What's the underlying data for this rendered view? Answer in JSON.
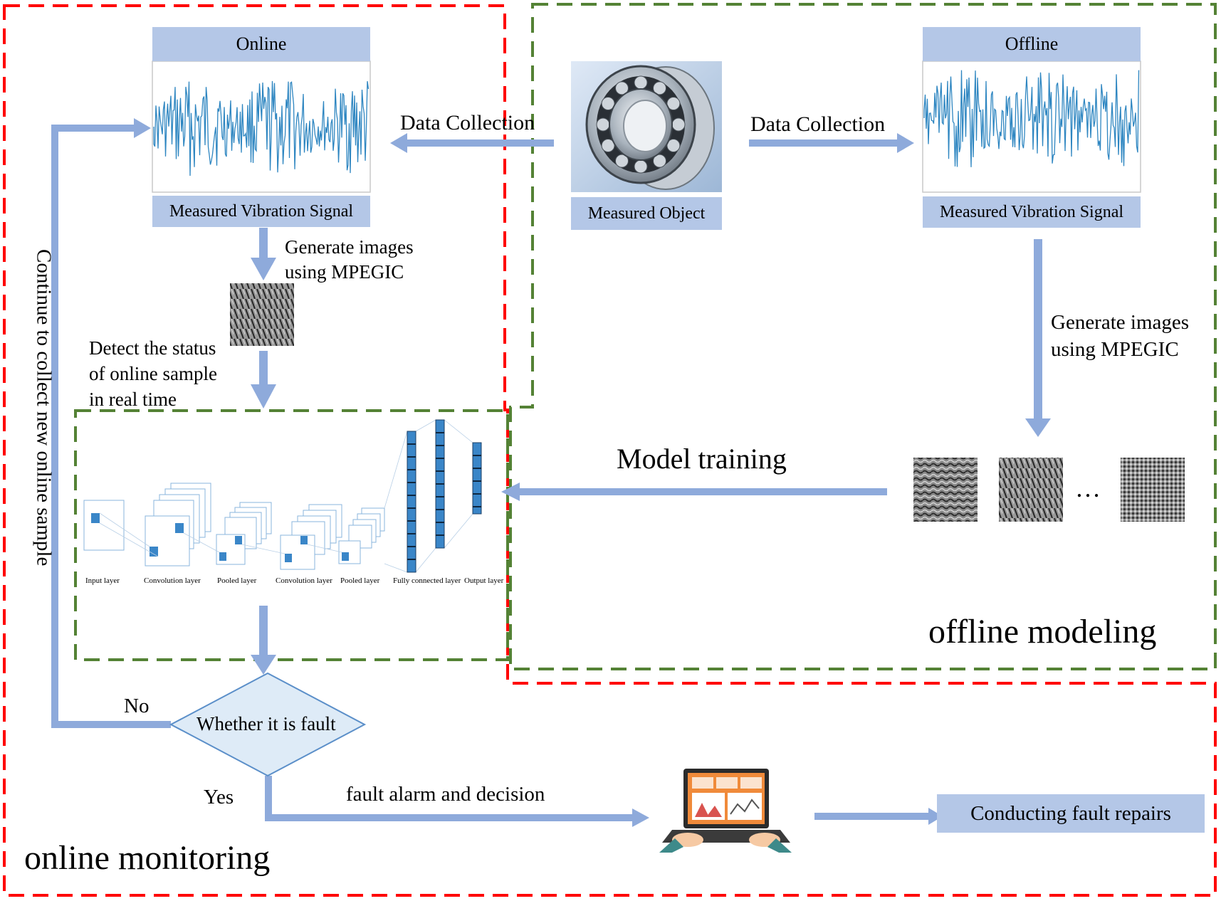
{
  "online_panel": {
    "header": "Online",
    "signal_label": "Measured Vibration Signal"
  },
  "offline_panel": {
    "header": "Offline",
    "signal_label": "Measured Vibration Signal"
  },
  "measured_object_label": "Measured Object",
  "data_collection_left": "Data Collection",
  "data_collection_right": "Data Collection",
  "generate_online": [
    "Generate images",
    "using MPEGIC"
  ],
  "generate_offline": [
    "Generate images",
    "using MPEGIC"
  ],
  "detect_status": [
    "Detect the status",
    "of online sample",
    "in real time"
  ],
  "model_training": "Model training",
  "ellipsis": "…",
  "cnn_layers": [
    "Input layer",
    "Convolution layer",
    "Pooled layer",
    "Convolution layer",
    "Pooled layer",
    "Fully connected layer",
    "Output layer"
  ],
  "offline_modeling": "offline modeling",
  "continue_collect": "Continue to collect new online sample",
  "decision": "Whether it is fault",
  "no_label": "No",
  "yes_label": "Yes",
  "fault_alarm": "fault alarm and decision",
  "fault_repairs": "Conducting fault repairs",
  "online_monitoring": "online monitoring",
  "colors": {
    "label_bg": "#b4c7e7",
    "arrow": "#8eaadb",
    "red_dash": "#ff0000",
    "green_dash": "#548235",
    "signal": "#2e86c1",
    "cnn_blue": "#3a86c8"
  }
}
